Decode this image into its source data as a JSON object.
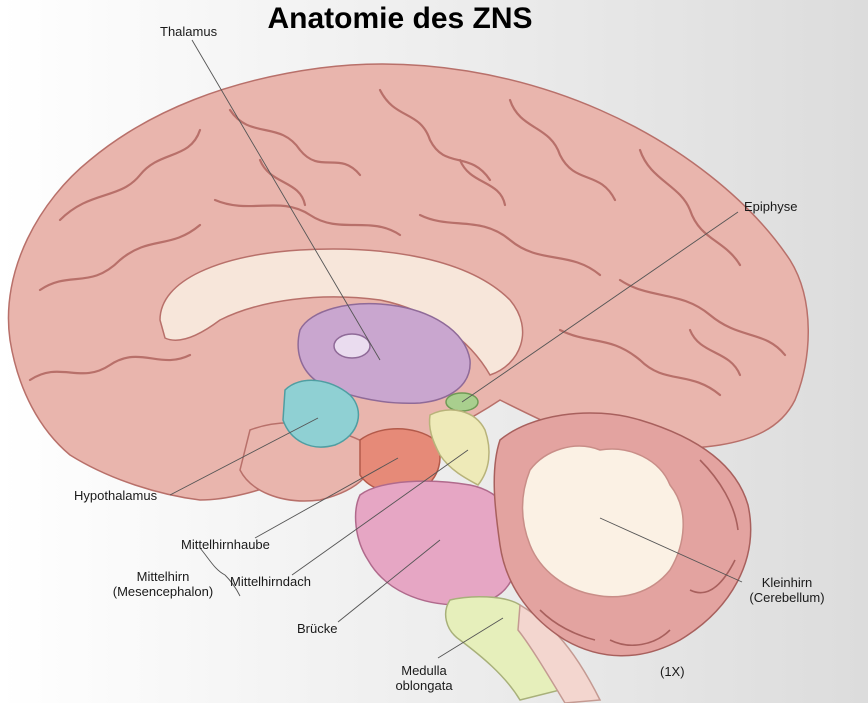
{
  "title": "Anatomie des ZNS",
  "labels": {
    "thalamus": "Thalamus",
    "epiphyse": "Epiphyse",
    "hypothalamus": "Hypothalamus",
    "mittelhirnhaube": "Mittelhirnhaube",
    "mittelhirn": "Mittelhirn",
    "mesencephalon": "(Mesencephalon)",
    "mittelhirndach": "Mittelhirndach",
    "bruecke": "Brücke",
    "kleinhirn": "Kleinhirn",
    "cerebellum": "(Cerebellum)",
    "medulla": "Medulla",
    "oblongata": "oblongata",
    "magnification": "(1X)"
  },
  "colors": {
    "cortex": "#e9b5ad",
    "cortex_dark": "#b8706a",
    "corpus_callosum": "#f7e6da",
    "thalamus": "#c9a6cf",
    "hypothalamus": "#8fd0d3",
    "epiphyse": "#a9cf8e",
    "midbrain_tegmentum": "#e68a78",
    "midbrain_tectum": "#eeeab8",
    "pons": "#e6a6c4",
    "medulla": "#e6efbb",
    "cerebellum": "#e3a3a0",
    "arbor_vitae": "#fbf1e4"
  }
}
